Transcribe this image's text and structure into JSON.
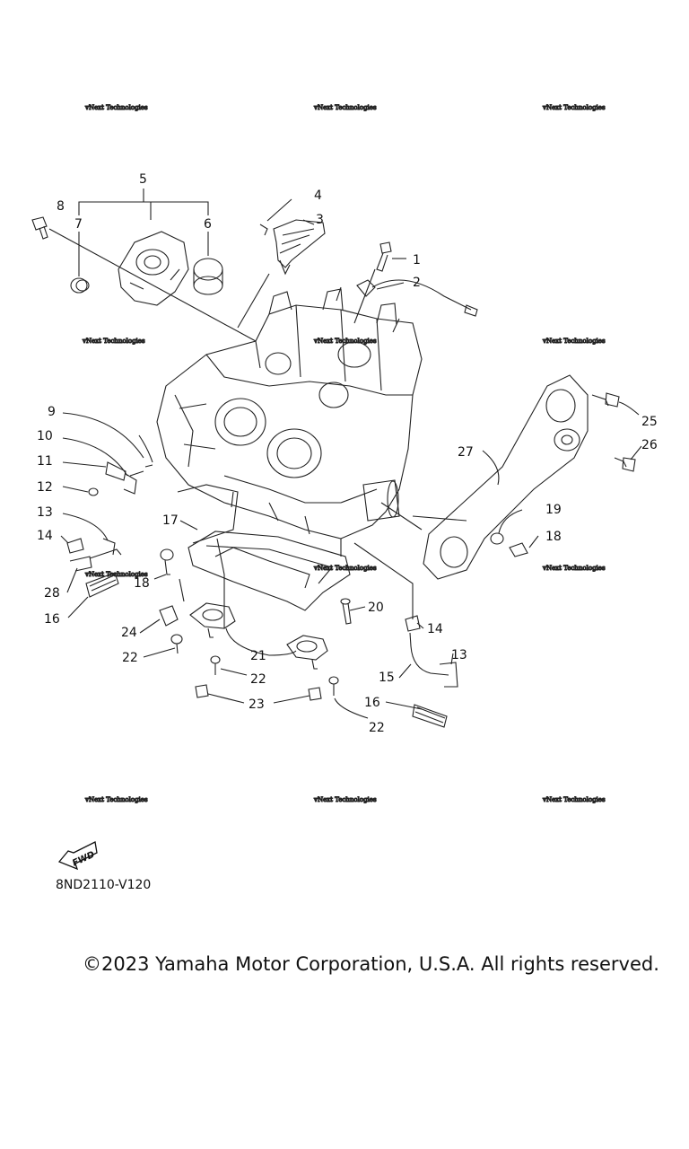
{
  "watermark": {
    "text": "vNext Technologies"
  },
  "callouts": {
    "c1": "1",
    "c2": "2",
    "c3": "3",
    "c4": "4",
    "c5": "5",
    "c6": "6",
    "c7": "7",
    "c8": "8",
    "c9": "9",
    "c10": "10",
    "c11": "11",
    "c12": "12",
    "c13a": "13",
    "c13b": "13",
    "c14a": "14",
    "c14b": "14",
    "c15": "15",
    "c16a": "16",
    "c16b": "16",
    "c17": "17",
    "c18a": "18",
    "c18b": "18",
    "c19": "19",
    "c20": "20",
    "c21": "21",
    "c22a": "22",
    "c22b": "22",
    "c22c": "22",
    "c23": "23",
    "c24": "24",
    "c25": "25",
    "c26": "26",
    "c27": "27",
    "c28": "28"
  },
  "fwd_label": "FWD",
  "diagram_code": "8ND2110-V120",
  "copyright": "©2023 Yamaha Motor Corporation, U.S.A. All rights reserved."
}
